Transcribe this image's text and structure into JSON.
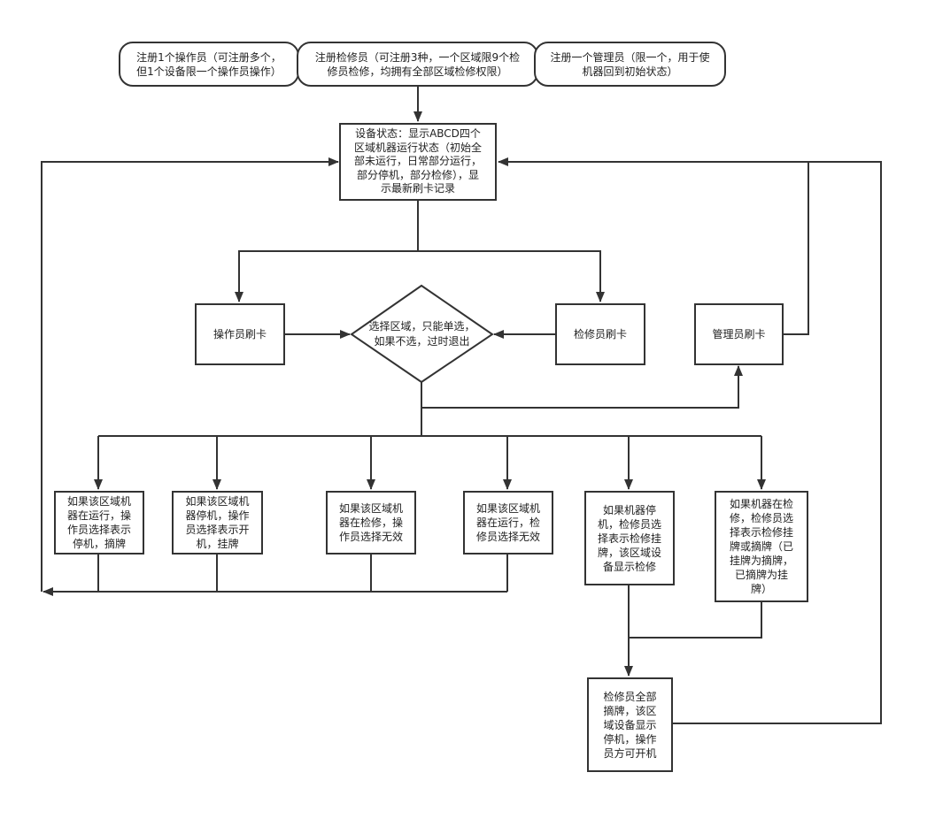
{
  "nodes": {
    "reg_operator": "注册1个操作员（可注册多个，\n但1个设备限一个操作员操作）",
    "reg_maintainer": "注册检修员（可注册3种，一个区域限9个检\n修员检修，均拥有全部区域检修权限）",
    "reg_admin": "注册一个管理员（限一个，用于使\n机器回到初始状态）",
    "device_status": "设备状态：显示ABCD四个\n区域机器运行状态（初始全\n部未运行，日常部分运行，\n部分停机，部分检修），显\n示最新刷卡记录",
    "operator_swipe": "操作员刷卡",
    "select_region": "选择区域，只能单选，\n如果不选，过时退出",
    "maintainer_swipe": "检修员刷卡",
    "admin_swipe": "管理员刷卡",
    "case1": "如果该区域机\n器在运行，操\n作员选择表示\n停机，摘牌",
    "case2": "如果该区域机\n器停机，操作\n员选择表示开\n机，挂牌",
    "case3": "如果该区域机\n器在检修，操\n作员选择无效",
    "case4": "如果该区域机\n器在运行，检\n修员选择无效",
    "case5": "如果机器停\n机，检修员选\n择表示检修挂\n牌，该区域设\n备显示检修",
    "case6": "如果机器在检\n修，检修员选\n择表示检修挂\n牌或摘牌（已\n挂牌为摘牌，\n已摘牌为挂\n牌）",
    "all_removed": "检修员全部\n摘牌，该区\n域设备显示\n停机，操作\n员方可开机"
  }
}
